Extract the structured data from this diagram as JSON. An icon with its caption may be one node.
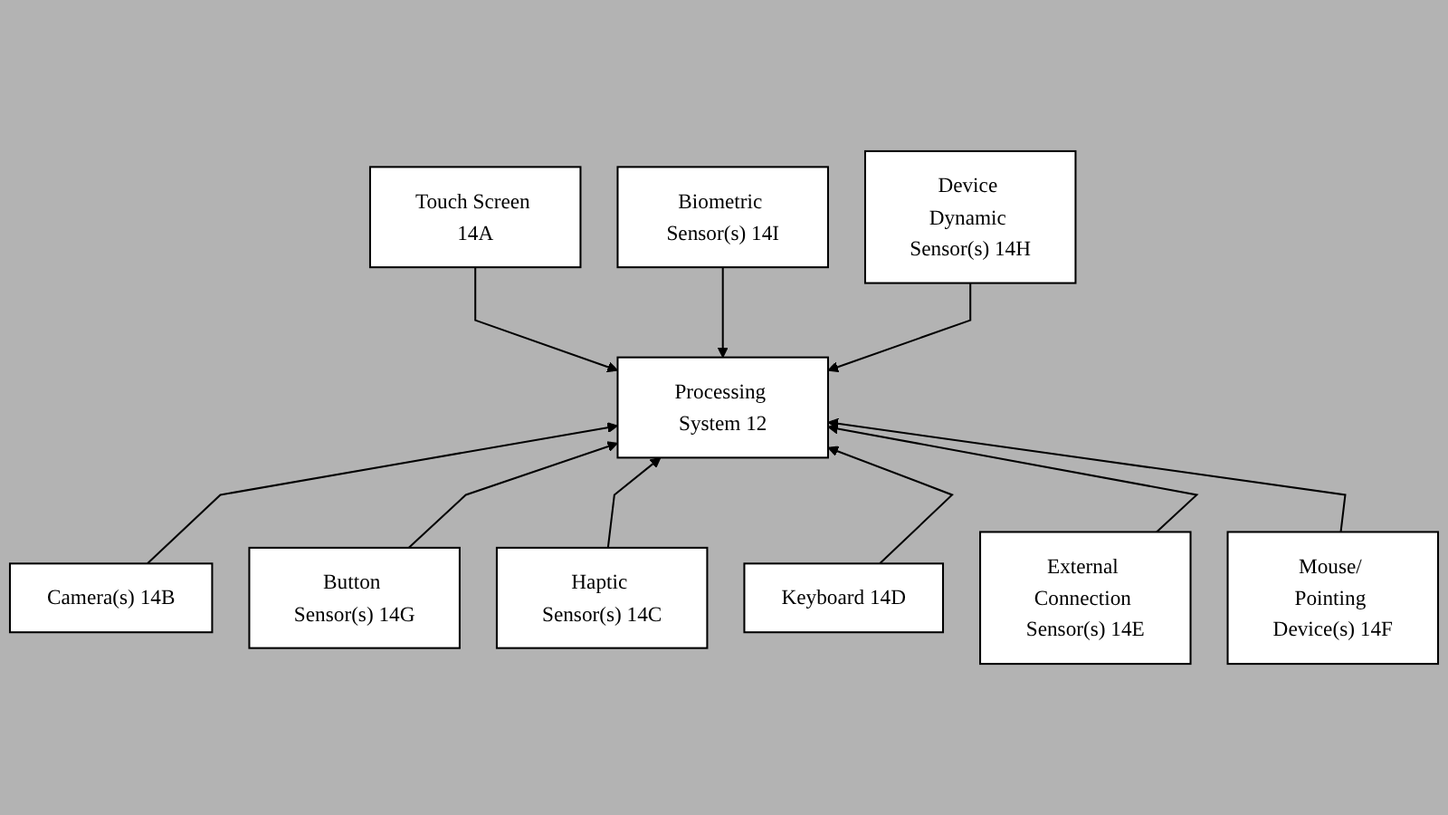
{
  "diagram": {
    "nodes": [
      {
        "text": [
          "Touch Screen 14A"
        ]
      },
      {
        "text": [
          "Biometric Sensor(s) 14I"
        ]
      },
      {
        "text": [
          "Device Dynamic Sensor(s) 14H"
        ]
      },
      {
        "text": [
          "Camera(s) 14B"
        ]
      },
      {
        "text": [
          "Processing System 12"
        ]
      },
      {
        "text": [
          "Button Sensor(s) 14G"
        ]
      },
      {
        "text": [
          "Haptic Sensor(s) 14C"
        ]
      },
      {
        "text": [
          "Keyboard 14D"
        ]
      },
      {
        "text": [
          "External Connection Sensor(s) 14E"
        ]
      },
      {
        "text": [
          "Mouse/ Pointing Device(s) 14F"
        ]
      }
    ],
    "edges": [
      {
        "from": 0,
        "to": 4,
        "arrow": "to"
      },
      {
        "from": 1,
        "to": 4,
        "arrow": "to"
      },
      {
        "from": 2,
        "to": 4,
        "arrow": "to"
      },
      {
        "from": 3,
        "to": 4,
        "arrow": "to"
      },
      {
        "from": 5,
        "to": 4,
        "arrow": "to"
      },
      {
        "from": 6,
        "to": 4,
        "arrow": "to"
      },
      {
        "from": 7,
        "to": 4,
        "arrow": "to"
      },
      {
        "from": 8,
        "to": 4,
        "arrow": "to"
      },
      {
        "from": 9,
        "to": 4,
        "arrow": "to"
      }
    ]
  }
}
